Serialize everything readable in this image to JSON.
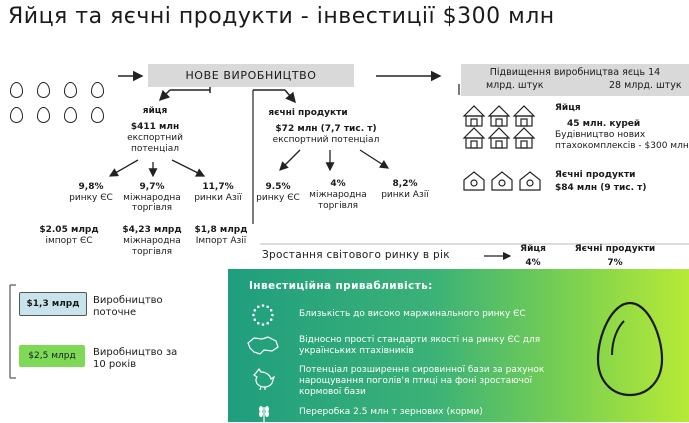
{
  "title": "Яйця та яєчні продукти - інвестиції $300 млн",
  "new_production": "НОВЕ ВИРОБНИЦТВО",
  "increase": {
    "line1": "Підвищення виробництва яєць 14",
    "line2a": "млрд. штук",
    "line2b": "28 млрд. штук"
  },
  "eggs": {
    "title": "яйця",
    "amount": "$411 млн",
    "potential1": "експортний",
    "potential2": "потенціал",
    "shares": [
      {
        "pct": "9,8%",
        "label1": "ринку ЄС",
        "label2": ""
      },
      {
        "pct": "9,7%",
        "label1": "міжнародна",
        "label2": "торгівля"
      },
      {
        "pct": "11,7%",
        "label1": "ринки Азії",
        "label2": ""
      }
    ],
    "imports": [
      {
        "value": "$2.05 млрд",
        "label1": "імпорт ЄС",
        "label2": ""
      },
      {
        "value": "$4,23 млрд",
        "label1": "міжнародна",
        "label2": "торгівля"
      },
      {
        "value": "$1,8 млрд",
        "label1": "Імпорт Азії",
        "label2": ""
      }
    ]
  },
  "egg_products": {
    "title": "яєчні продукти",
    "amount": "$72 млн (7,7 тис. т)",
    "potential": "експортний   потенціал",
    "shares": [
      {
        "pct": "9.5%",
        "label1": "ринку ЄС",
        "label2": ""
      },
      {
        "pct": "4%",
        "label1": "міжнародна",
        "label2": "торгівля"
      },
      {
        "pct": "8,2%",
        "label1": "ринки Азії",
        "label2": ""
      }
    ]
  },
  "right": {
    "eggs_title": "Яйця",
    "hens": "45 млн. курей",
    "build1": "Будівництво нових",
    "build2": "птахокомплексів - $300 млн",
    "products_title": "Яєчні продукти",
    "products_value": "$84 млн (9 тис. т)"
  },
  "growth": {
    "label": "Зростання світового ринку в рік",
    "eggs_head": "Яйця",
    "eggs_val": "4%",
    "products_head": "Яєчні продукти",
    "products_val": "7%"
  },
  "legend": [
    {
      "value": "$1,3 млрд",
      "label1": "Виробництво",
      "label2": "поточне",
      "color": "#c9e3ec"
    },
    {
      "value": "$2,5 млрд",
      "label1": "Виробництво за",
      "label2": "10 років",
      "color": "#7ed957"
    }
  ],
  "attractiveness": {
    "title": "Інвестиційна привабливість:",
    "items": [
      {
        "icon": "eu-stars-icon",
        "line1": "Близькість до високо маржинального ринку ЄС",
        "line2": "",
        "line3": ""
      },
      {
        "icon": "ukraine-map-icon",
        "line1": "Відносно прості стандарти якості на ринку ЄС для",
        "line2": "українських птахівників",
        "line3": ""
      },
      {
        "icon": "hen-icon",
        "line1": "Потенціал розширення сировинної бази за рахунок",
        "line2": "нарощування поголів'я птиці на фоні зростаючої",
        "line3": "кормової бази"
      },
      {
        "icon": "wheat-icon",
        "line1": "Переробка 2.5 млн т зернових (корми)",
        "line2": "",
        "line3": ""
      }
    ]
  }
}
